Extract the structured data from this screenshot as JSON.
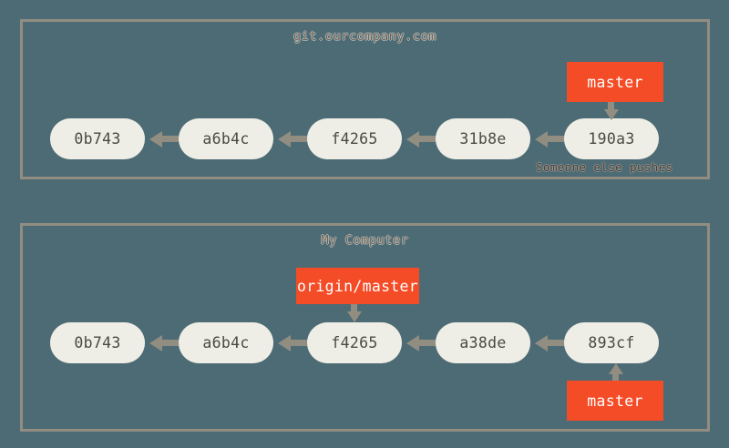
{
  "background_color": "#4d6b75",
  "panel_border_color": "#918d81",
  "commit_color": "#efeee6",
  "commit_text_color": "#4a4a42",
  "ref_color": "#f44c26",
  "ref_text_color": "#ffffff",
  "arrow_color": "#918d81",
  "caption_color": "#4b3a30",
  "panels": [
    {
      "id": "remote",
      "title": "git.ourcompany.com",
      "commits": [
        {
          "label": "0b743"
        },
        {
          "label": "a6b4c"
        },
        {
          "label": "f4265"
        },
        {
          "label": "31b8e"
        },
        {
          "label": "190a3"
        }
      ],
      "refs": [
        {
          "label": "master",
          "points_to": "190a3",
          "direction": "down"
        }
      ],
      "caption": "Someone else pushes"
    },
    {
      "id": "local",
      "title": "My Computer",
      "commits": [
        {
          "label": "0b743"
        },
        {
          "label": "a6b4c"
        },
        {
          "label": "f4265"
        },
        {
          "label": "a38de"
        },
        {
          "label": "893cf"
        }
      ],
      "refs": [
        {
          "label": "origin/master",
          "points_to": "f4265",
          "direction": "down"
        },
        {
          "label": "master",
          "points_to": "893cf",
          "direction": "up"
        }
      ],
      "caption": ""
    }
  ]
}
